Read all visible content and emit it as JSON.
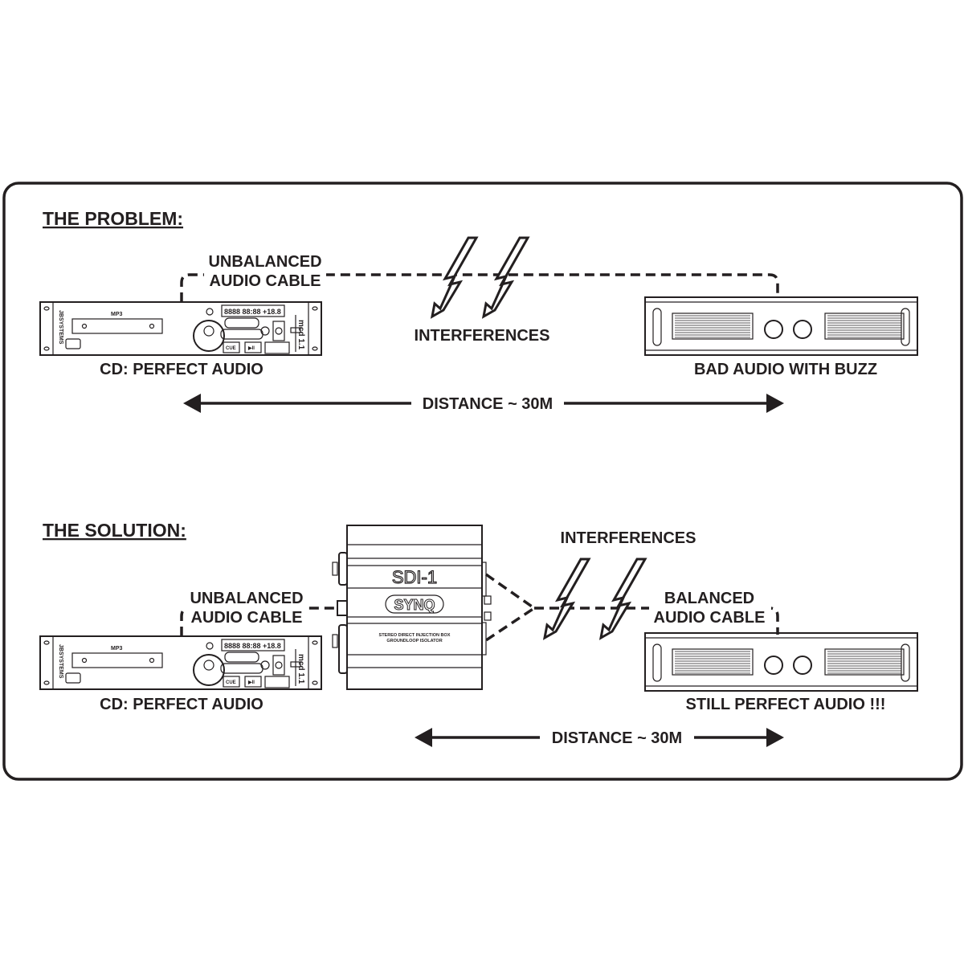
{
  "problem": {
    "title": "THE PROBLEM:",
    "cable_line1": "UNBALANCED",
    "cable_line2": "AUDIO CABLE",
    "interferences": "INTERFERENCES",
    "source_label": "CD: PERFECT AUDIO",
    "dest_label": "BAD AUDIO WITH BUZZ",
    "distance": "DISTANCE ~ 30M"
  },
  "solution": {
    "title": "THE SOLUTION:",
    "cable_line1": "UNBALANCED",
    "cable_line2": "AUDIO CABLE",
    "balanced_line1": "BALANCED",
    "balanced_line2": "AUDIO CABLE",
    "interferences": "INTERFERENCES",
    "source_label": "CD: PERFECT AUDIO",
    "dest_label": "STILL PERFECT AUDIO !!!",
    "distance": "DISTANCE ~ 30M"
  },
  "devices": {
    "cd_brand": "JBSYSTEMS",
    "cd_format": "MP3",
    "cd_model": "mcd 1.1",
    "cd_cue": "CUE",
    "cd_play": "▶II",
    "box_model": "SDI-1",
    "box_brand": "SYNQ",
    "box_desc1": "STEREO DIRECT INJECTION BOX",
    "box_desc2": "GROUNDLOOP ISOLATOR"
  }
}
